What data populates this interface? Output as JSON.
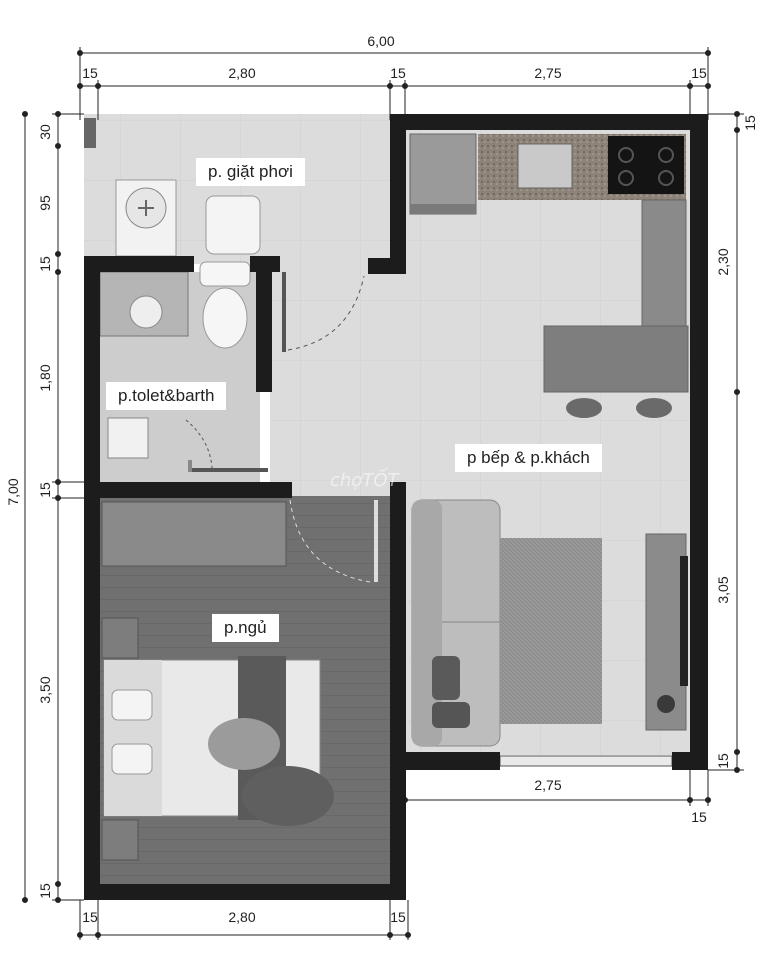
{
  "dimensions": {
    "top_total": "6,00",
    "top_segments": [
      "15",
      "2,80",
      "15",
      "2,75",
      "15"
    ],
    "left_total": "7,00",
    "left_segments": [
      "30",
      "95",
      "15",
      "1,80",
      "15",
      "3,50",
      "15"
    ],
    "right_segments": [
      "15",
      "2,30",
      "3,05",
      "15"
    ],
    "bottom_segments": [
      "15",
      "2,80",
      "15"
    ],
    "living_bottom_width": "2,75",
    "living_bottom_wall": "15"
  },
  "rooms": {
    "laundry": "p. giặt phơi",
    "bathroom": "p.tolet&barth",
    "living_kitchen": "p bếp & p.khách",
    "bedroom": "p.ngủ"
  },
  "watermark": "chợTỐT",
  "colors": {
    "wall": "#1c1c1c",
    "tile_floor": "#dedede",
    "wood_floor": "#6f6f6f",
    "counter": "#8a8a8a"
  }
}
